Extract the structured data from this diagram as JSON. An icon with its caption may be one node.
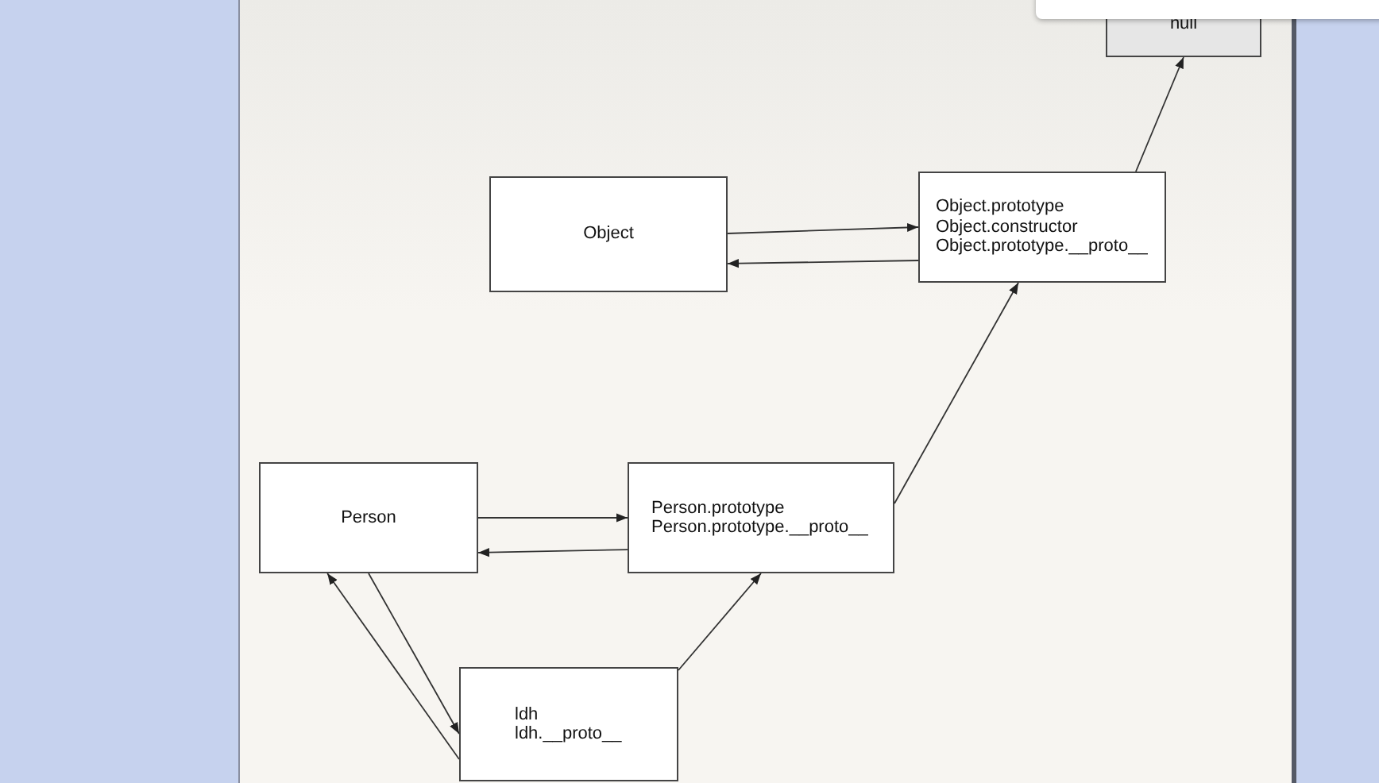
{
  "diagram": {
    "nodes": [
      {
        "text": [
          "Object"
        ]
      },
      {
        "text": [
          "Object.prototype",
          "Object.constructor",
          "Object.prototype.__proto__"
        ]
      },
      {
        "text": [
          "null"
        ]
      },
      {
        "text": [
          "Person"
        ]
      },
      {
        "text": [
          "Person.prototype",
          "Person.prototype.__proto__"
        ]
      },
      {
        "text": [
          "ldh",
          "ldh.__proto__"
        ]
      }
    ],
    "edges": [
      {
        "from": 0,
        "to": 1,
        "arrow": "to"
      },
      {
        "from": 1,
        "to": 0,
        "arrow": "to"
      },
      {
        "from": 1,
        "to": 2,
        "arrow": "to"
      },
      {
        "from": 3,
        "to": 4,
        "arrow": "to"
      },
      {
        "from": 4,
        "to": 3,
        "arrow": "to"
      },
      {
        "from": 4,
        "to": 1,
        "arrow": "to"
      },
      {
        "from": 3,
        "to": 5,
        "arrow": "to"
      },
      {
        "from": 5,
        "to": 3,
        "arrow": "to"
      },
      {
        "from": 5,
        "to": 4,
        "arrow": "to"
      }
    ]
  }
}
